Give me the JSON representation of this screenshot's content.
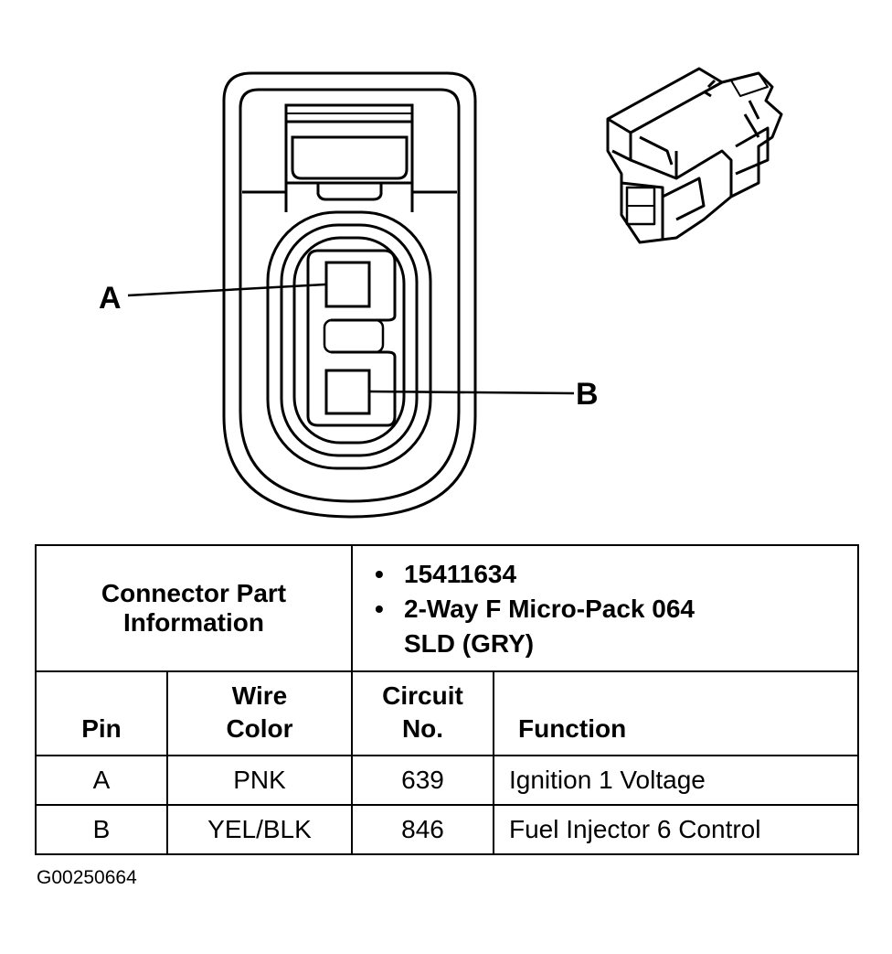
{
  "callouts": {
    "a": "A",
    "b": "B"
  },
  "connector_info": {
    "heading_line1": "Connector Part",
    "heading_line2": "Information",
    "parts": [
      "15411634",
      "2-Way F Micro-Pack 064",
      "SLD (GRY)"
    ]
  },
  "columns": {
    "pin": "Pin",
    "wire_color_line1": "Wire",
    "wire_color_line2": "Color",
    "circuit_line1": "Circuit",
    "circuit_line2": "No.",
    "function": "Function"
  },
  "rows": [
    {
      "pin": "A",
      "wire_color": "PNK",
      "circuit": "639",
      "function": "Ignition 1 Voltage"
    },
    {
      "pin": "B",
      "wire_color": "YEL/BLK",
      "circuit": "846",
      "function": "Fuel Injector 6 Control"
    }
  ],
  "figure_id": "G00250664"
}
